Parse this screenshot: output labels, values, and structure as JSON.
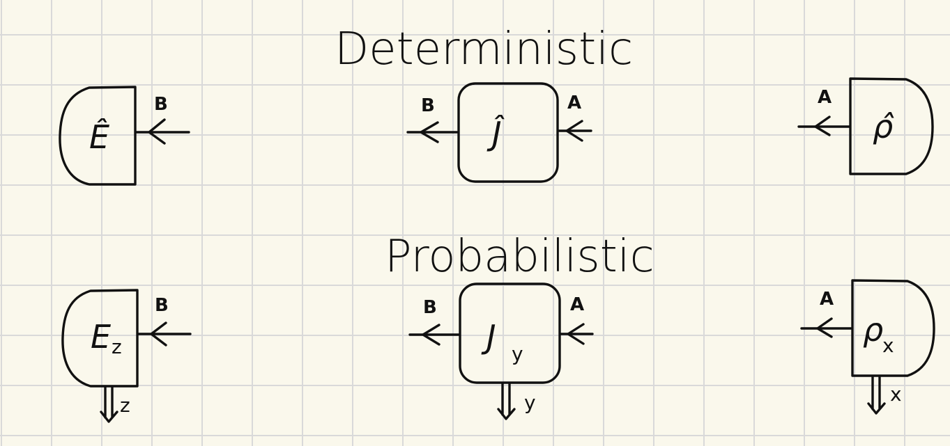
{
  "colors": {
    "paper": "#faf8ec",
    "grid": "#d9d9d9",
    "ink": "#111111"
  },
  "sections": {
    "deterministic_title": "Deterministic",
    "probabilistic_title": "Probabilistic"
  },
  "deterministic": {
    "effect": {
      "symbol": "Ê",
      "wire": "B"
    },
    "transformation": {
      "symbol": "Ĵ",
      "input_wire": "A",
      "output_wire": "B"
    },
    "state": {
      "symbol": "ρ̂",
      "wire": "A"
    }
  },
  "probabilistic": {
    "effect": {
      "symbol": "E",
      "subscript": "z",
      "wire": "B",
      "outcome": "z"
    },
    "transformation": {
      "symbol": "J",
      "subscript": "y",
      "input_wire": "A",
      "output_wire": "B",
      "outcome": "y"
    },
    "state": {
      "symbol": "ρ",
      "subscript": "x",
      "wire": "A",
      "outcome": "x"
    }
  }
}
